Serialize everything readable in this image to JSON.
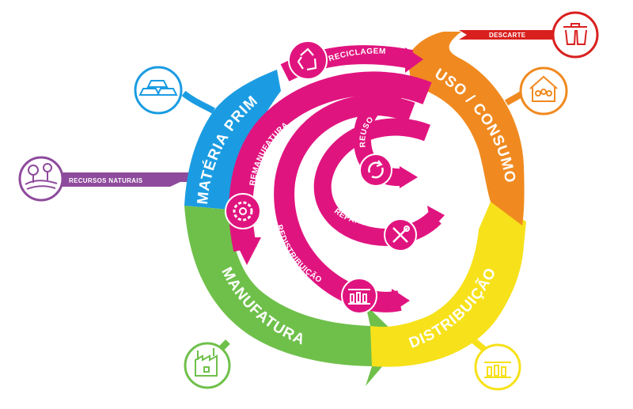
{
  "stages": {
    "materia_prima": "MATÉRIA PRIMA",
    "manufatura": "MANUFATURA",
    "distribuicao": "DISTRIBUIÇÃO",
    "uso_consumo": "USO / CONSUMO"
  },
  "loops": {
    "reciclagem": "RECICLAGEM",
    "remanufatura": "REMANUFATURA",
    "redistribuicao": "REDISTRIBUIÇÃO",
    "reparo": "REPARO",
    "reuso": "REUSO"
  },
  "tags": {
    "recursos_naturais": "RECURSOS NATURAIS",
    "descarte": "DESCARTE"
  },
  "colors": {
    "blue": "#1b9ce2",
    "green": "#6fc04b",
    "yellow": "#f7e11a",
    "orange": "#f08a20",
    "magenta": "#e0147f",
    "purple": "#8e4a9c",
    "red": "#d9201f"
  },
  "icons": [
    "gold-bars-icon",
    "landscape-icon",
    "factory-icon",
    "shelf-bottles-icon",
    "house-family-icon",
    "trash-bins-icon",
    "recycle-icon",
    "gear-icon",
    "reuse-arrows-icon",
    "tools-icon"
  ]
}
